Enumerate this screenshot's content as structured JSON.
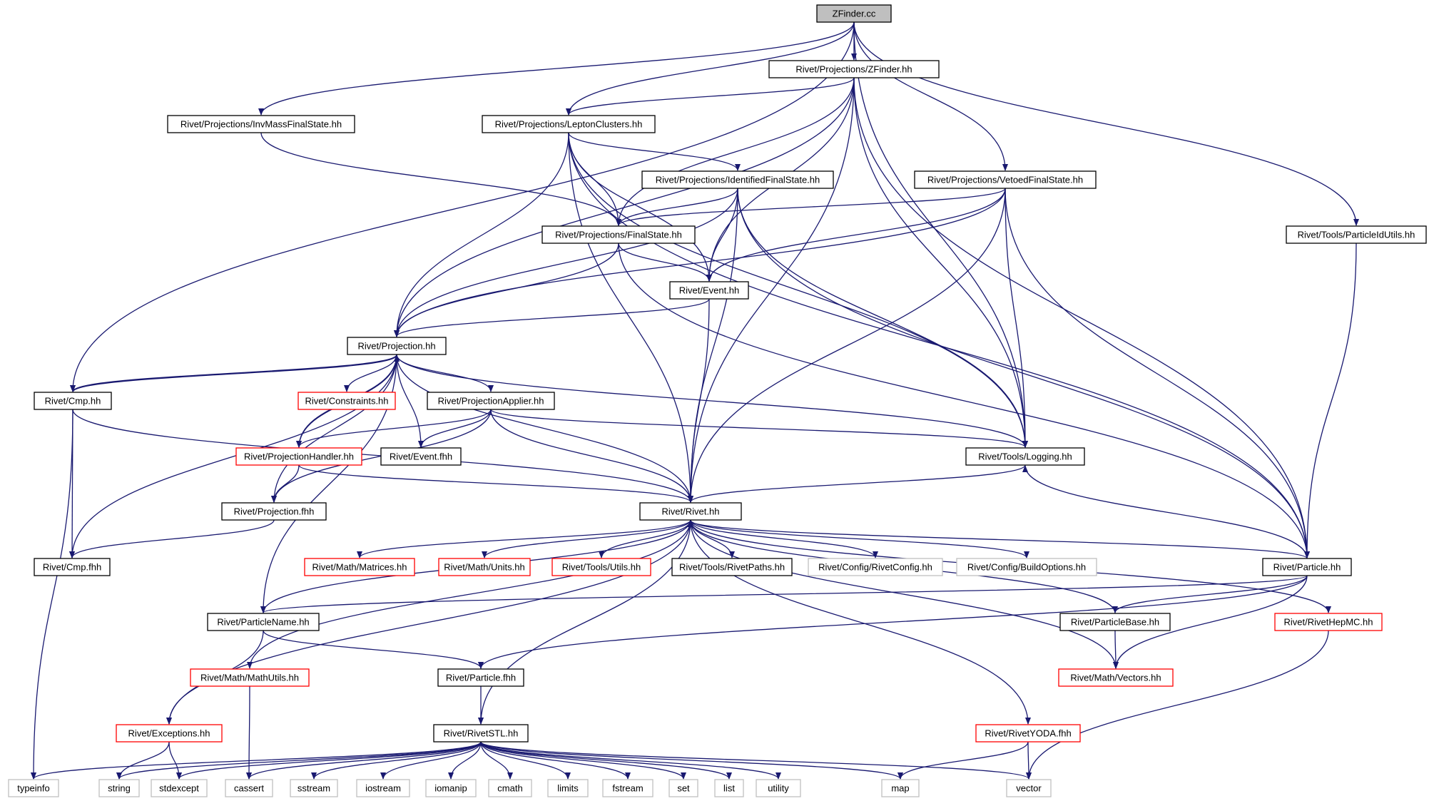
{
  "colors": {
    "edge": "#191970",
    "box_normal": "#000000",
    "box_truncated": "#ff0000",
    "box_external": "#bfbfbf",
    "root_fill": "#bfbfbf"
  },
  "graph": {
    "nodes": [
      {
        "id": "zfinder_cc",
        "label": "ZFinder.cc",
        "kind": "root"
      },
      {
        "id": "proj_zfinder",
        "label": "Rivet/Projections/ZFinder.hh",
        "kind": "normal"
      },
      {
        "id": "proj_invmass",
        "label": "Rivet/Projections/InvMassFinalState.hh",
        "kind": "normal"
      },
      {
        "id": "proj_lepton",
        "label": "Rivet/Projections/LeptonClusters.hh",
        "kind": "normal"
      },
      {
        "id": "proj_identified",
        "label": "Rivet/Projections/IdentifiedFinalState.hh",
        "kind": "normal"
      },
      {
        "id": "proj_vetoed",
        "label": "Rivet/Projections/VetoedFinalState.hh",
        "kind": "normal"
      },
      {
        "id": "tools_pidutils",
        "label": "Rivet/Tools/ParticleIdUtils.hh",
        "kind": "normal"
      },
      {
        "id": "proj_finalstate",
        "label": "Rivet/Projections/FinalState.hh",
        "kind": "normal"
      },
      {
        "id": "event_hh",
        "label": "Rivet/Event.hh",
        "kind": "normal"
      },
      {
        "id": "projection_hh",
        "label": "Rivet/Projection.hh",
        "kind": "normal"
      },
      {
        "id": "cmp_hh",
        "label": "Rivet/Cmp.hh",
        "kind": "normal"
      },
      {
        "id": "constraints",
        "label": "Rivet/Constraints.hh",
        "kind": "truncated"
      },
      {
        "id": "projapplier",
        "label": "Rivet/ProjectionApplier.hh",
        "kind": "normal"
      },
      {
        "id": "projhandler",
        "label": "Rivet/ProjectionHandler.hh",
        "kind": "truncated"
      },
      {
        "id": "event_fhh",
        "label": "Rivet/Event.fhh",
        "kind": "normal"
      },
      {
        "id": "logging",
        "label": "Rivet/Tools/Logging.hh",
        "kind": "normal"
      },
      {
        "id": "projection_fhh",
        "label": "Rivet/Projection.fhh",
        "kind": "normal"
      },
      {
        "id": "rivet_hh",
        "label": "Rivet/Rivet.hh",
        "kind": "normal"
      },
      {
        "id": "cmp_fhh",
        "label": "Rivet/Cmp.fhh",
        "kind": "normal"
      },
      {
        "id": "matrices",
        "label": "Rivet/Math/Matrices.hh",
        "kind": "truncated"
      },
      {
        "id": "units",
        "label": "Rivet/Math/Units.hh",
        "kind": "truncated"
      },
      {
        "id": "utils",
        "label": "Rivet/Tools/Utils.hh",
        "kind": "truncated"
      },
      {
        "id": "rivetpaths",
        "label": "Rivet/Tools/RivetPaths.hh",
        "kind": "normal"
      },
      {
        "id": "rivetconfig",
        "label": "Rivet/Config/RivetConfig.hh",
        "kind": "external"
      },
      {
        "id": "buildoptions",
        "label": "Rivet/Config/BuildOptions.hh",
        "kind": "external"
      },
      {
        "id": "particle_hh",
        "label": "Rivet/Particle.hh",
        "kind": "normal"
      },
      {
        "id": "particlename",
        "label": "Rivet/ParticleName.hh",
        "kind": "normal"
      },
      {
        "id": "particlebase",
        "label": "Rivet/ParticleBase.hh",
        "kind": "normal"
      },
      {
        "id": "rivethepmc",
        "label": "Rivet/RivetHepMC.hh",
        "kind": "truncated"
      },
      {
        "id": "mathutils",
        "label": "Rivet/Math/MathUtils.hh",
        "kind": "truncated"
      },
      {
        "id": "particle_fhh",
        "label": "Rivet/Particle.fhh",
        "kind": "normal"
      },
      {
        "id": "vectors",
        "label": "Rivet/Math/Vectors.hh",
        "kind": "truncated"
      },
      {
        "id": "exceptions",
        "label": "Rivet/Exceptions.hh",
        "kind": "truncated"
      },
      {
        "id": "rivetstl",
        "label": "Rivet/RivetSTL.hh",
        "kind": "normal"
      },
      {
        "id": "rivetyoda",
        "label": "Rivet/RivetYODA.fhh",
        "kind": "truncated"
      },
      {
        "id": "typeinfo",
        "label": "typeinfo",
        "kind": "external"
      },
      {
        "id": "string",
        "label": "string",
        "kind": "external"
      },
      {
        "id": "stdexcept",
        "label": "stdexcept",
        "kind": "external"
      },
      {
        "id": "cassert",
        "label": "cassert",
        "kind": "external"
      },
      {
        "id": "sstream",
        "label": "sstream",
        "kind": "external"
      },
      {
        "id": "iostream",
        "label": "iostream",
        "kind": "external"
      },
      {
        "id": "iomanip",
        "label": "iomanip",
        "kind": "external"
      },
      {
        "id": "cmath",
        "label": "cmath",
        "kind": "external"
      },
      {
        "id": "limits",
        "label": "limits",
        "kind": "external"
      },
      {
        "id": "fstream",
        "label": "fstream",
        "kind": "external"
      },
      {
        "id": "set",
        "label": "set",
        "kind": "external"
      },
      {
        "id": "list",
        "label": "list",
        "kind": "external"
      },
      {
        "id": "utility",
        "label": "utility",
        "kind": "external"
      },
      {
        "id": "map",
        "label": "map",
        "kind": "external"
      },
      {
        "id": "vector",
        "label": "vector",
        "kind": "external"
      }
    ],
    "edges": [
      [
        "zfinder_cc",
        "proj_zfinder"
      ],
      [
        "zfinder_cc",
        "proj_invmass"
      ],
      [
        "zfinder_cc",
        "proj_lepton"
      ],
      [
        "zfinder_cc",
        "proj_vetoed"
      ],
      [
        "zfinder_cc",
        "cmp_hh"
      ],
      [
        "zfinder_cc",
        "tools_pidutils"
      ],
      [
        "zfinder_cc",
        "logging"
      ],
      [
        "proj_zfinder",
        "proj_lepton"
      ],
      [
        "proj_zfinder",
        "proj_finalstate"
      ],
      [
        "proj_zfinder",
        "event_hh"
      ],
      [
        "proj_zfinder",
        "projection_hh"
      ],
      [
        "proj_zfinder",
        "rivet_hh"
      ],
      [
        "proj_zfinder",
        "logging"
      ],
      [
        "proj_zfinder",
        "particle_hh"
      ],
      [
        "proj_invmass",
        "proj_finalstate"
      ],
      [
        "proj_lepton",
        "proj_identified"
      ],
      [
        "proj_lepton",
        "proj_finalstate"
      ],
      [
        "proj_lepton",
        "event_hh"
      ],
      [
        "proj_lepton",
        "projection_hh"
      ],
      [
        "proj_lepton",
        "rivet_hh"
      ],
      [
        "proj_lepton",
        "logging"
      ],
      [
        "proj_lepton",
        "particle_hh"
      ],
      [
        "proj_identified",
        "proj_finalstate"
      ],
      [
        "proj_identified",
        "event_hh"
      ],
      [
        "proj_identified",
        "projection_hh"
      ],
      [
        "proj_identified",
        "rivet_hh"
      ],
      [
        "proj_identified",
        "logging"
      ],
      [
        "proj_identified",
        "particle_hh"
      ],
      [
        "proj_vetoed",
        "proj_finalstate"
      ],
      [
        "proj_vetoed",
        "event_hh"
      ],
      [
        "proj_vetoed",
        "projection_hh"
      ],
      [
        "proj_vetoed",
        "rivet_hh"
      ],
      [
        "proj_vetoed",
        "logging"
      ],
      [
        "proj_vetoed",
        "particle_hh"
      ],
      [
        "tools_pidutils",
        "particle_hh"
      ],
      [
        "proj_finalstate",
        "event_hh"
      ],
      [
        "proj_finalstate",
        "projection_hh"
      ],
      [
        "proj_finalstate",
        "particle_hh"
      ],
      [
        "event_hh",
        "projection_hh"
      ],
      [
        "event_hh",
        "rivet_hh"
      ],
      [
        "projection_hh",
        "cmp_hh"
      ],
      [
        "projection_hh",
        "constraints"
      ],
      [
        "projection_hh",
        "projapplier"
      ],
      [
        "projection_hh",
        "projhandler"
      ],
      [
        "projection_hh",
        "event_fhh"
      ],
      [
        "projection_hh",
        "logging"
      ],
      [
        "projection_hh",
        "projection_fhh"
      ],
      [
        "projection_hh",
        "rivet_hh"
      ],
      [
        "projection_hh",
        "cmp_fhh"
      ],
      [
        "projection_hh",
        "particlename"
      ],
      [
        "cmp_hh",
        "projection_hh"
      ],
      [
        "cmp_hh",
        "cmp_fhh"
      ],
      [
        "cmp_hh",
        "rivet_hh"
      ],
      [
        "cmp_hh",
        "typeinfo"
      ],
      [
        "projapplier",
        "projhandler"
      ],
      [
        "projapplier",
        "event_fhh"
      ],
      [
        "projapplier",
        "logging"
      ],
      [
        "projapplier",
        "projection_fhh"
      ],
      [
        "projapplier",
        "rivet_hh"
      ],
      [
        "projhandler",
        "projection_hh"
      ],
      [
        "projhandler",
        "projection_fhh"
      ],
      [
        "projhandler",
        "rivet_hh"
      ],
      [
        "logging",
        "rivet_hh"
      ],
      [
        "projection_fhh",
        "cmp_fhh"
      ],
      [
        "rivet_hh",
        "matrices"
      ],
      [
        "rivet_hh",
        "units"
      ],
      [
        "rivet_hh",
        "utils"
      ],
      [
        "rivet_hh",
        "rivetpaths"
      ],
      [
        "rivet_hh",
        "rivetconfig"
      ],
      [
        "rivet_hh",
        "buildoptions"
      ],
      [
        "rivet_hh",
        "particlename"
      ],
      [
        "rivet_hh",
        "mathutils"
      ],
      [
        "rivet_hh",
        "exceptions"
      ],
      [
        "rivet_hh",
        "rivetstl"
      ],
      [
        "rivet_hh",
        "rivethepmc"
      ],
      [
        "rivet_hh",
        "vectors"
      ],
      [
        "rivet_hh",
        "rivetyoda"
      ],
      [
        "particle_hh",
        "rivet_hh"
      ],
      [
        "particle_hh",
        "logging"
      ],
      [
        "particle_hh",
        "particlename"
      ],
      [
        "particle_hh",
        "particle_fhh"
      ],
      [
        "particle_hh",
        "particlebase"
      ],
      [
        "particle_hh",
        "vectors"
      ],
      [
        "particlebase",
        "rivet_hh"
      ],
      [
        "particlebase",
        "vectors"
      ],
      [
        "rivethepmc",
        "vector"
      ],
      [
        "particlename",
        "particle_fhh"
      ],
      [
        "particlename",
        "exceptions"
      ],
      [
        "mathutils",
        "cassert"
      ],
      [
        "particle_fhh",
        "rivetstl"
      ],
      [
        "exceptions",
        "string"
      ],
      [
        "exceptions",
        "stdexcept"
      ],
      [
        "rivetyoda",
        "map"
      ],
      [
        "rivetyoda",
        "vector"
      ],
      [
        "rivetstl",
        "typeinfo"
      ],
      [
        "rivetstl",
        "string"
      ],
      [
        "rivetstl",
        "stdexcept"
      ],
      [
        "rivetstl",
        "cassert"
      ],
      [
        "rivetstl",
        "sstream"
      ],
      [
        "rivetstl",
        "iostream"
      ],
      [
        "rivetstl",
        "iomanip"
      ],
      [
        "rivetstl",
        "cmath"
      ],
      [
        "rivetstl",
        "limits"
      ],
      [
        "rivetstl",
        "fstream"
      ],
      [
        "rivetstl",
        "set"
      ],
      [
        "rivetstl",
        "list"
      ],
      [
        "rivetstl",
        "utility"
      ],
      [
        "rivetstl",
        "map"
      ],
      [
        "rivetstl",
        "vector"
      ]
    ]
  }
}
